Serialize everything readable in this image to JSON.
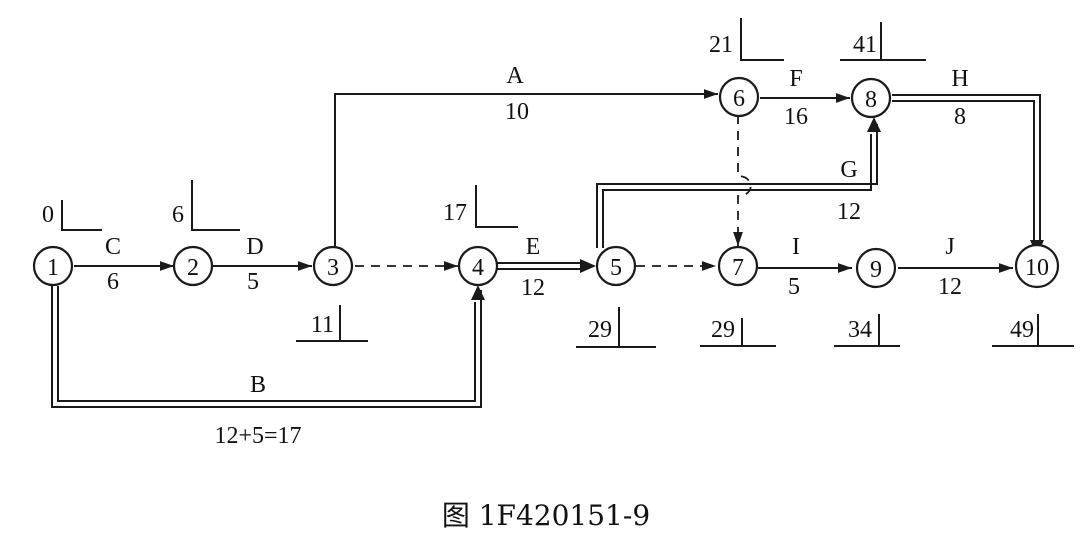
{
  "nodes": [
    "1",
    "2",
    "3",
    "4",
    "5",
    "6",
    "7",
    "8",
    "9",
    "10"
  ],
  "activities": {
    "A": {
      "name": "A",
      "duration": "10"
    },
    "B": {
      "name": "B",
      "duration": "12+5=17"
    },
    "C": {
      "name": "C",
      "duration": "6"
    },
    "D": {
      "name": "D",
      "duration": "5"
    },
    "E": {
      "name": "E",
      "duration": "12"
    },
    "F": {
      "name": "F",
      "duration": "16"
    },
    "G": {
      "name": "G",
      "duration": "12"
    },
    "H": {
      "name": "H",
      "duration": "8"
    },
    "I": {
      "name": "I",
      "duration": "5"
    },
    "J": {
      "name": "J",
      "duration": "12"
    }
  },
  "event_times": {
    "n1": "0",
    "n2": "6",
    "n3": "11",
    "n4": "17",
    "n5": "29",
    "n6": "21",
    "n7": "29",
    "n8": "41",
    "n9": "34",
    "n10": "49"
  },
  "caption": "图 1F420151-9",
  "colors": {
    "ink": "#1a1a1a",
    "background": "#ffffff"
  }
}
